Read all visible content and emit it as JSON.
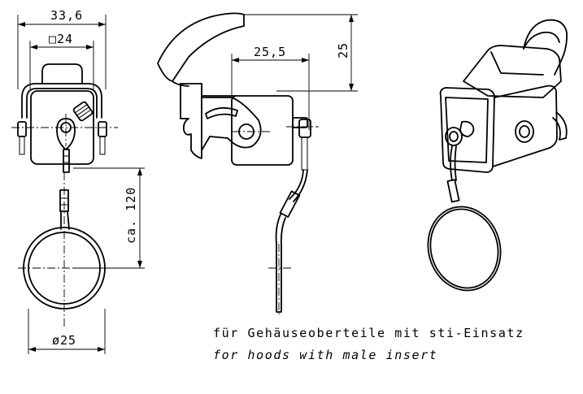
{
  "dimensions": {
    "width_overall": "33,6",
    "width_square": "□24",
    "height_right": "25",
    "length_side": "25,5",
    "loop_length": "ca. 120",
    "ring_diameter": "ø25"
  },
  "caption": {
    "german": "für Gehäuseoberteile mit sti-Einsatz",
    "english": "for hoods with male insert"
  }
}
